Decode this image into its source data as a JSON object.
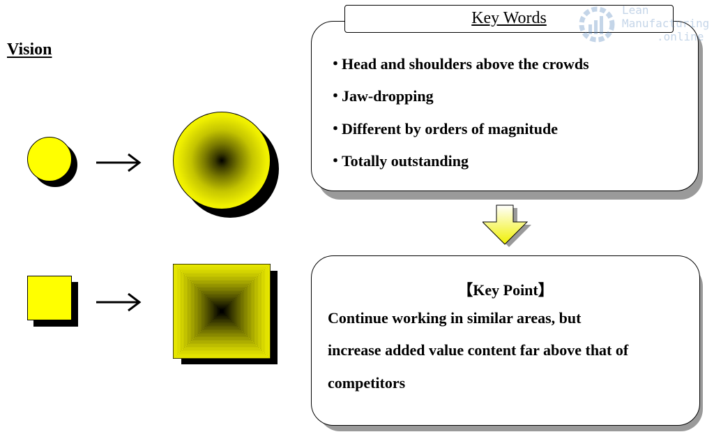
{
  "vision": {
    "title": "Vision"
  },
  "key_words": {
    "title": "Key Words",
    "bullet": "・",
    "items": [
      "Head and shoulders above the crowds",
      "Jaw-dropping",
      "Different by orders of magnitude",
      "Totally outstanding"
    ]
  },
  "key_point": {
    "title": "【Key Point】",
    "lines": [
      "Continue working in similar areas, but",
      "increase added value content far above that of",
      "competitors"
    ]
  },
  "watermark": {
    "lines": [
      "Lean",
      "Manufacturing",
      ".online"
    ]
  },
  "colors": {
    "shape_fill": "#ffff00",
    "shadow": "#000000",
    "box_shadow": "#9a9a9a",
    "watermark": "#5a89c0"
  },
  "icons": [
    "right-arrow-icon",
    "down-arrow-icon",
    "gear-chart-logo-icon"
  ]
}
